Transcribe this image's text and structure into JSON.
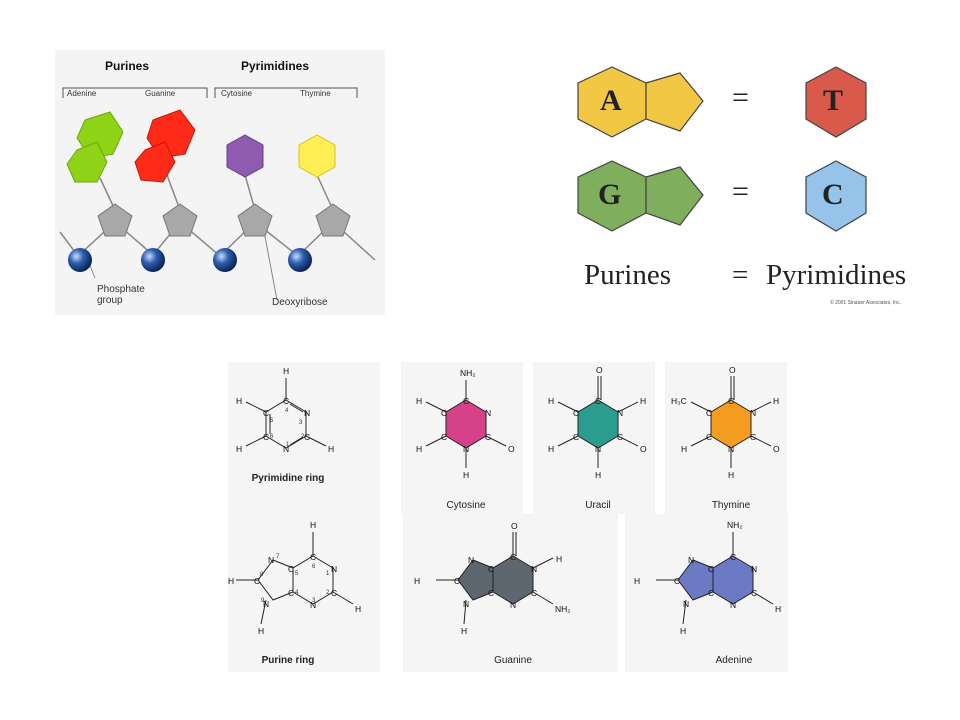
{
  "nucleotides": {
    "purines_title": "Purines",
    "pyrimidines_title": "Pyrimidines",
    "bases": [
      "Adenine",
      "Guanine",
      "Cytosine",
      "Thymine"
    ],
    "phosphate_label": "Phosphate group",
    "phosphate_line1": "Phosphate",
    "phosphate_line2": "group",
    "sugar_label": "Deoxyribose",
    "colors": {
      "adenine": "#8fd316",
      "guanine": "#ff2a17",
      "cytosine": "#8e5bb0",
      "thymine": "#ffef55",
      "sugar": "#a8a8a8",
      "phosphate": "#1f4e9c"
    }
  },
  "pairing": {
    "pair1": {
      "left": "A",
      "right": "T",
      "left_color": "#f2c744",
      "right_color": "#d9594a"
    },
    "pair2": {
      "left": "G",
      "right": "C",
      "left_color": "#7fae5c",
      "right_color": "#96c3ea"
    },
    "equals": "=",
    "rule_left": "Purines",
    "rule_right": "Pyrimidines",
    "copyright": "© 2001 Sinauer Associates, Inc."
  },
  "structures": {
    "pyrimidine_ring": "Pyrimidine ring",
    "purine_ring": "Purine ring",
    "cytosine": "Cytosine",
    "uracil": "Uracil",
    "thymine": "Thymine",
    "guanine": "Guanine",
    "adenine": "Adenine",
    "atoms": {
      "C": "C",
      "N": "N",
      "H": "H",
      "O": "O",
      "NH2": "NH₂",
      "CH3": "H₃C"
    },
    "ring_numbers": [
      "1",
      "2",
      "3",
      "4",
      "5",
      "6",
      "7",
      "8",
      "9"
    ],
    "colors": {
      "cytosine": "#d6418a",
      "uracil": "#2a9d8f",
      "thymine": "#f39c1f",
      "guanine": "#5e6670",
      "adenine": "#6c79c4"
    }
  }
}
